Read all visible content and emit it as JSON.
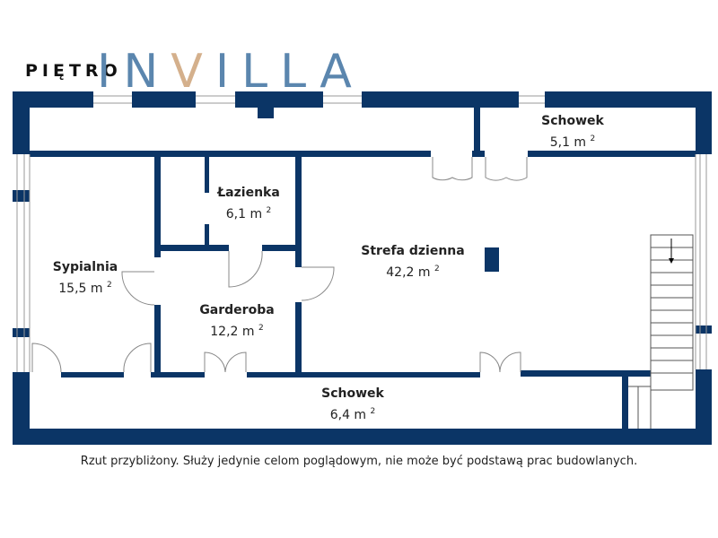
{
  "header": {
    "floor_label": "PIĘTRO",
    "logo": {
      "text": "INVILLA",
      "part1": "IN",
      "part2": "V",
      "part3": "ILLA"
    }
  },
  "rooms": [
    {
      "name": "Schowek",
      "area": "5,1 m",
      "unit_sup": "2"
    },
    {
      "name": "Łazienka",
      "area": "6,1 m",
      "unit_sup": "2"
    },
    {
      "name": "Strefa dzienna",
      "area": "42,2 m",
      "unit_sup": "2"
    },
    {
      "name": "Sypialnia",
      "area": "15,5 m",
      "unit_sup": "2"
    },
    {
      "name": "Garderoba",
      "area": "12,2 m",
      "unit_sup": "2"
    },
    {
      "name": "Schowek",
      "area": "6,4 m",
      "unit_sup": "2"
    }
  ],
  "caption": "Rzut przybliżony. Służy jedynie celom poglądowym, nie może być podstawą prac budowlanych.",
  "colors": {
    "wall": "#0b3566",
    "logo": "#5b86ae",
    "logo_accent": "#d4b08c"
  }
}
